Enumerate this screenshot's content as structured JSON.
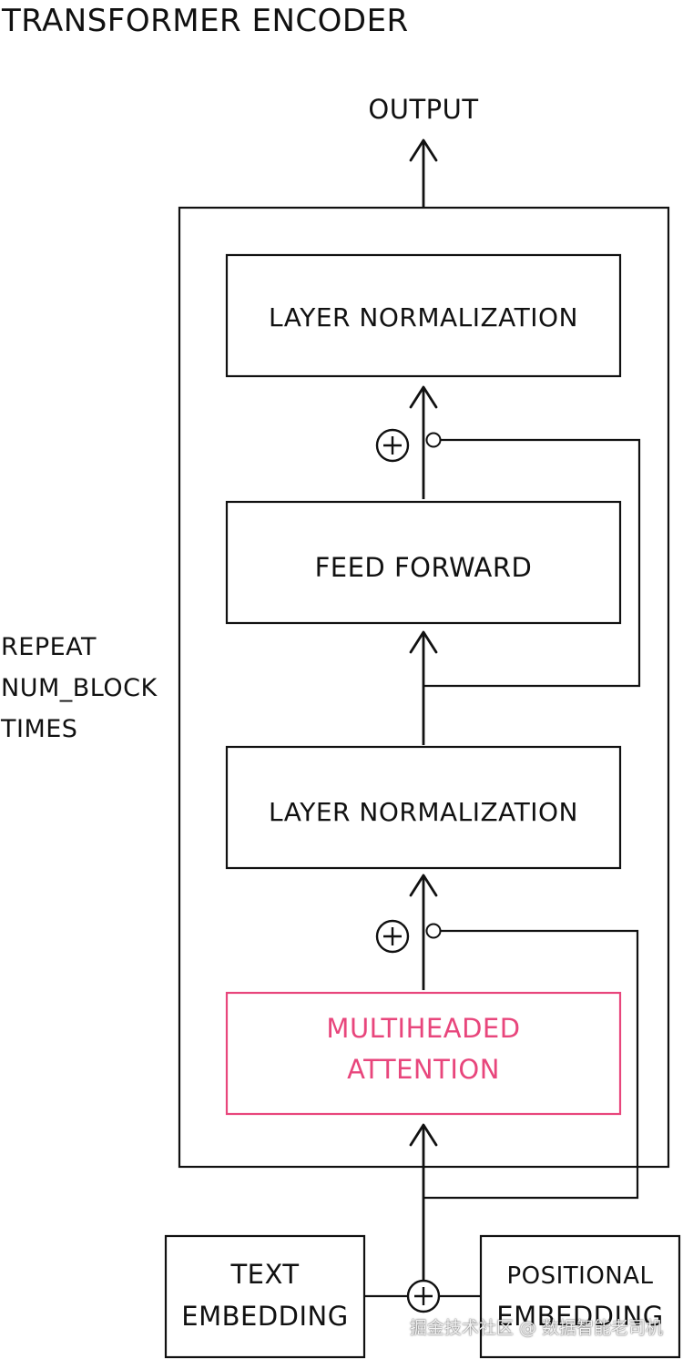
{
  "title": "TRANSFORMER ENCODER",
  "output_label": "OUTPUT",
  "repeat_note": [
    "REPEAT",
    "NUM_BLOCK",
    "TIMES"
  ],
  "blocks": {
    "top_norm": [
      "LAYER NORMALIZATION"
    ],
    "feed_forward": [
      "FEED FORWARD"
    ],
    "bottom_norm": [
      "LAYER NORMALIZATION"
    ],
    "attention": [
      "MULTIHEADED",
      "ATTENTION"
    ]
  },
  "inputs": {
    "text": [
      "TEXT",
      "EMBEDDING"
    ],
    "positional": [
      "POSITIONAL",
      "EMBEDDING"
    ]
  },
  "colors": {
    "ink": "#111111",
    "accent": "#e8467c"
  },
  "watermark": "掘金技术社区 @ 数据智能老司机"
}
